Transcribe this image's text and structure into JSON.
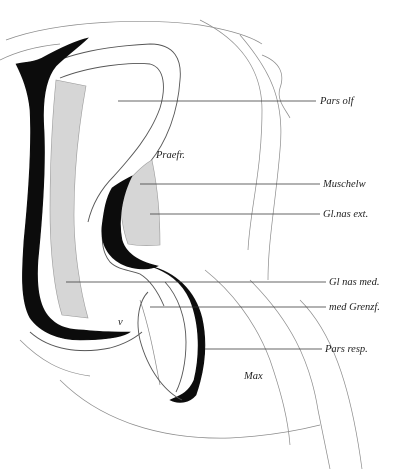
{
  "labels": {
    "pars_olf": "Pars olf",
    "muschelw": "Muschelw",
    "gl_nas_ext": "Gl.nas ext.",
    "gl_nas_med": "Gl nas med.",
    "med_grenzf": "med Grenzf.",
    "pars_resp": "Pars resp.",
    "praefr": "Praefr.",
    "max": "Max",
    "v": "v"
  }
}
